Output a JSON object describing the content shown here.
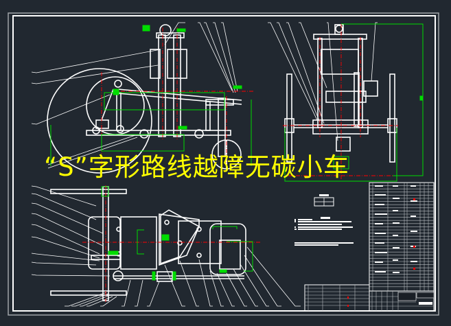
{
  "drawing": {
    "title": "“S”字形路线越障无碳小车",
    "background_color": "#212830",
    "colors": {
      "outline": "#ffffff",
      "frame_outer": "#a0a4a8",
      "dimension": "#00cc00",
      "centerline": "#ff0000",
      "title_text": "#ffff00"
    }
  },
  "views": [
    {
      "name": "front-view",
      "label": ""
    },
    {
      "name": "side-view",
      "label": ""
    },
    {
      "name": "top-view",
      "label": ""
    }
  ],
  "technical_requirements": {
    "heading": "",
    "lines": [
      "",
      "",
      "",
      ""
    ]
  },
  "parts_list": {
    "rows": 34
  },
  "title_block": {
    "drawing_name": "",
    "scale": "",
    "sheet": ""
  }
}
